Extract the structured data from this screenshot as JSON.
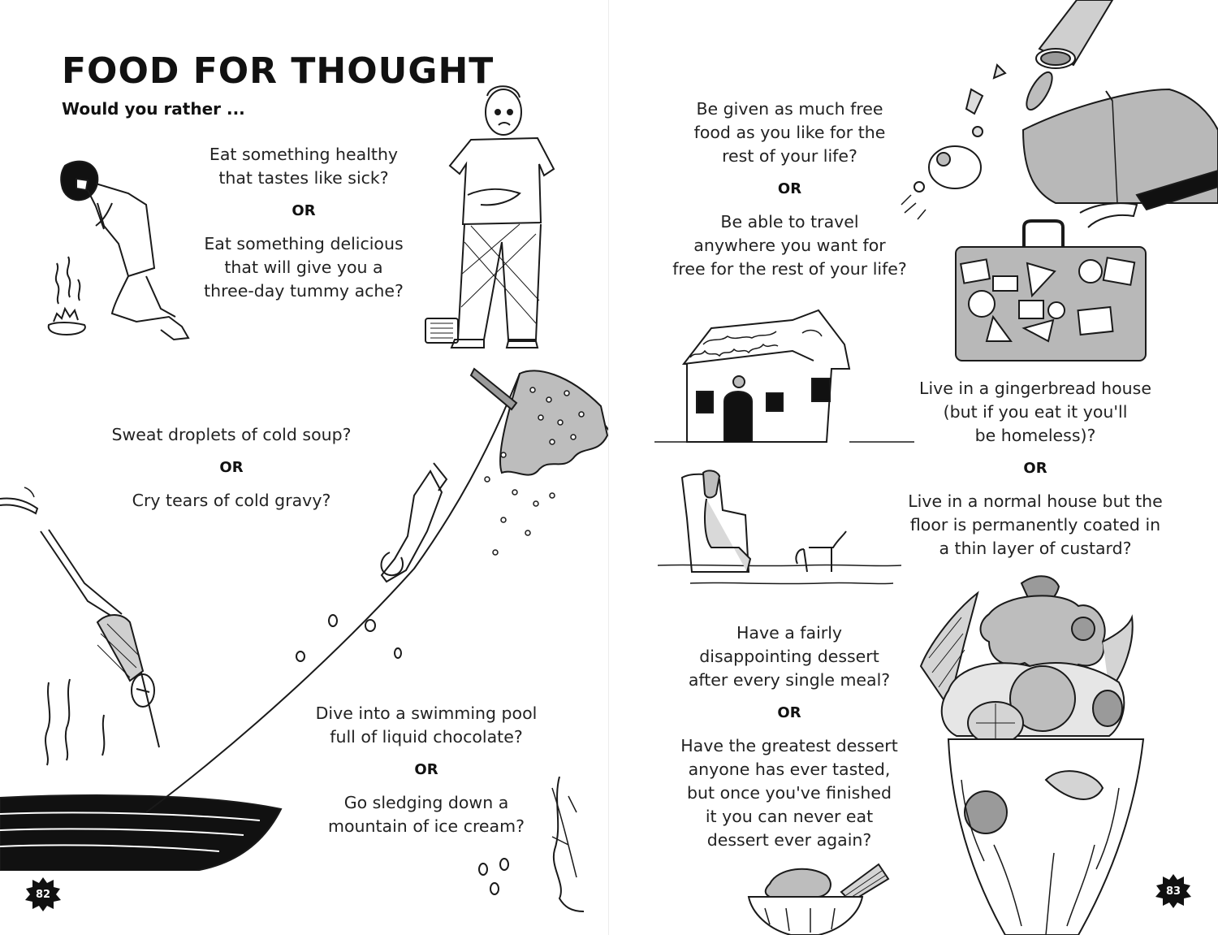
{
  "left_page": {
    "title": "FOOD FOR THOUGHT",
    "subtitle": "Would you rather ...",
    "page_number": "82",
    "questions": [
      {
        "option_a": "Eat something healthy\nthat tastes like sick?",
        "or": "OR",
        "option_b": "Eat something delicious\nthat will give you a\nthree-day tummy ache?"
      },
      {
        "option_a": "Sweat droplets of cold soup?",
        "or": "OR",
        "option_b": "Cry tears of cold gravy?"
      },
      {
        "option_a": "Dive into a swimming pool\nfull of liquid chocolate?",
        "or": "OR",
        "option_b": "Go sledging down a\nmountain of ice cream?"
      }
    ]
  },
  "right_page": {
    "page_number": "83",
    "questions": [
      {
        "option_a": "Be given as much free\nfood as you like for the\nrest of your life?",
        "or": "OR",
        "option_b": "Be able to travel\nanywhere you want for\nfree for the rest of your life?"
      },
      {
        "option_a": "Live in a gingerbread house\n(but if you eat it you'll\nbe homeless)?",
        "or": "OR",
        "option_b": "Live in a normal house but the\nfloor is permanently coated in\na thin layer of custard?"
      },
      {
        "option_a": "Have a fairly\ndisappointing dessert\nafter every single meal?",
        "or": "OR",
        "option_b": "Have the greatest dessert\nanyone has ever tasted,\nbut once you've finished\nit you can never eat\ndessert ever again?"
      }
    ]
  },
  "icons": {
    "kneeling_figure": "sick-kneeling-person-illustration",
    "tummy_ache_figure": "tummy-ache-person-illustration",
    "ice_cream_mountain": "ice-cream-mountain-illustration",
    "diver": "diving-person-illustration",
    "chocolate_pool": "chocolate-pool-illustration",
    "food_funnel": "food-pouring-into-person-illustration",
    "suitcase": "travel-suitcase-illustration",
    "gingerbread_house": "gingerbread-house-illustration",
    "custard_room": "custard-floor-room-illustration",
    "sundae": "giant-sundae-illustration",
    "small_dessert": "small-dessert-bowl-illustration",
    "page_blob": "ink-splat-icon"
  },
  "colors": {
    "ink": "#1a1a1a",
    "grey_fill": "#b8b8b8",
    "light_grey": "#d4d4d4",
    "dark_fill": "#111111"
  }
}
